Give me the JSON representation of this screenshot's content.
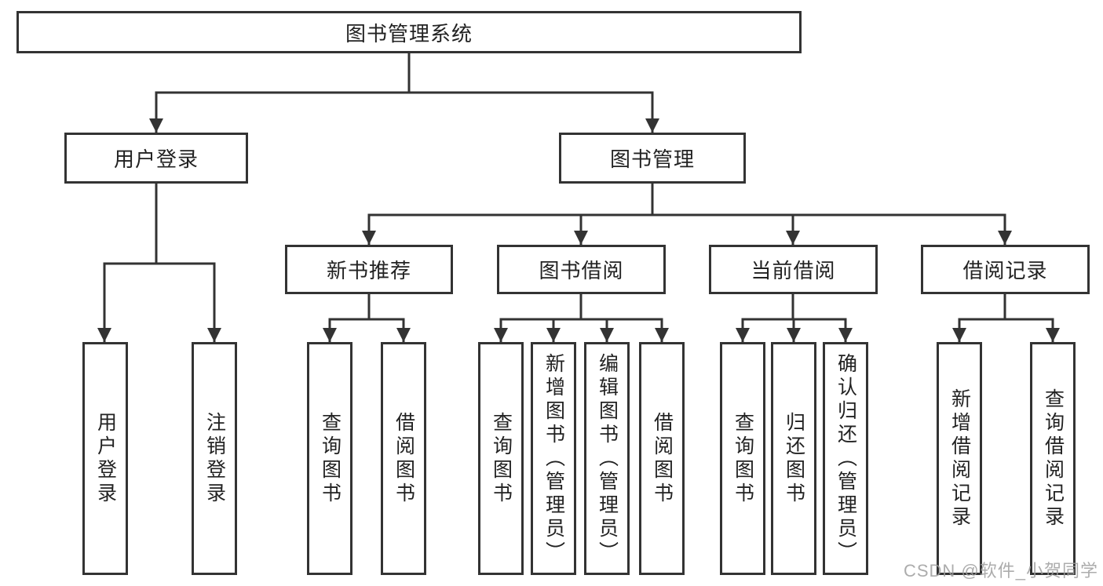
{
  "diagram": {
    "title": {
      "label": "图书管理系统"
    },
    "branches": {
      "user_login": {
        "label": "用户登录",
        "children": [
          {
            "label": "用户登录"
          },
          {
            "label": "注销登录"
          }
        ]
      },
      "book_management": {
        "label": "图书管理",
        "children": [
          {
            "label": "新书推荐",
            "children": [
              {
                "label": "查询图书"
              },
              {
                "label": "借阅图书"
              }
            ]
          },
          {
            "label": "图书借阅",
            "children": [
              {
                "label": "查询图书"
              },
              {
                "label": "新增图书（管理员）"
              },
              {
                "label": "编辑图书（管理员）"
              },
              {
                "label": "借阅图书"
              }
            ]
          },
          {
            "label": "当前借阅",
            "children": [
              {
                "label": "查询图书"
              },
              {
                "label": "归还图书"
              },
              {
                "label": "确认归还（管理员）"
              }
            ]
          },
          {
            "label": "借阅记录",
            "children": [
              {
                "label": "新增借阅记录"
              },
              {
                "label": "查询借阅记录"
              }
            ]
          }
        ]
      }
    },
    "watermark": "CSDN @软件_小贺同学",
    "colors": {
      "line": "#333333",
      "text": "#222222",
      "background": "#ffffff",
      "watermark": "#9e9e9e"
    }
  }
}
